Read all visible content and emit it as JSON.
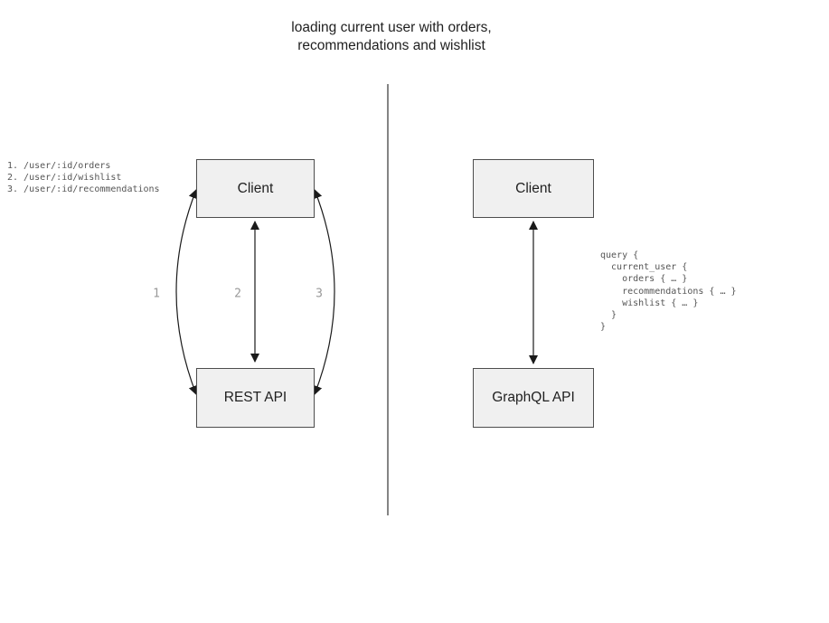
{
  "title_lines": [
    "loading current user with orders,",
    "recommendations and wishlist"
  ],
  "left_panel": {
    "client_label": "Client",
    "api_label": "REST API",
    "endpoints": [
      "1. /user/:id/orders",
      "2. /user/:id/wishlist",
      "3. /user/:id/recommendations"
    ],
    "arrow_labels": [
      "1",
      "2",
      "3"
    ]
  },
  "right_panel": {
    "client_label": "Client",
    "api_label": "GraphQL API",
    "query_lines": [
      "query {",
      "  current_user {",
      "    orders { … }",
      "    recommendations { … }",
      "    wishlist { … }",
      "  }",
      "}"
    ]
  },
  "colors": {
    "background": "#ffffff",
    "box_fill": "#f0f0f0",
    "box_border": "#4d4d4d",
    "arrow": "#1a1a1a",
    "divider": "#666666",
    "code_text": "#555555",
    "arrow_label_text": "#999999",
    "title_text": "#1f1f1f"
  }
}
